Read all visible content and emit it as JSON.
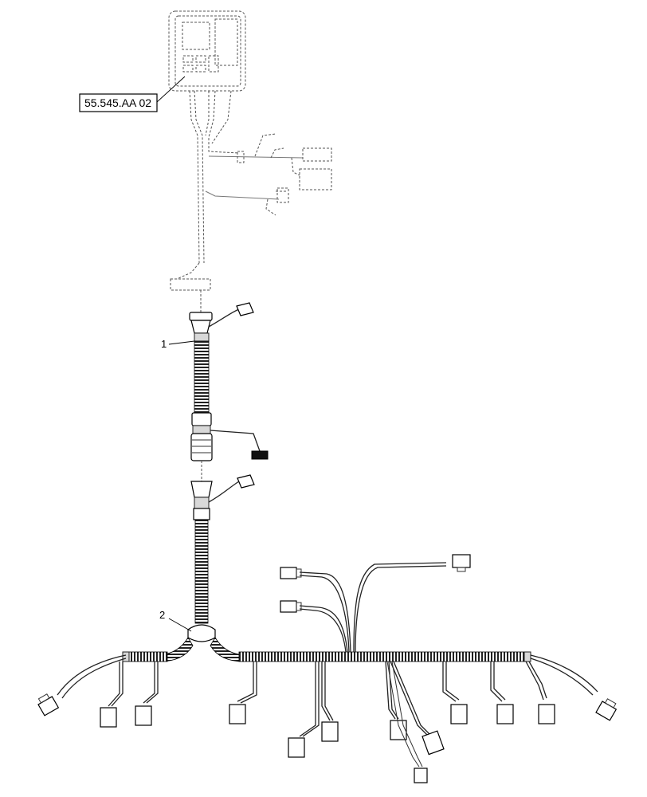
{
  "diagram": {
    "reference_label": "55.545.AA 02",
    "callouts": [
      {
        "id": "1",
        "label": "1"
      },
      {
        "id": "2",
        "label": "2"
      }
    ],
    "line_color": "#000000",
    "ghost_color": "#555555"
  }
}
